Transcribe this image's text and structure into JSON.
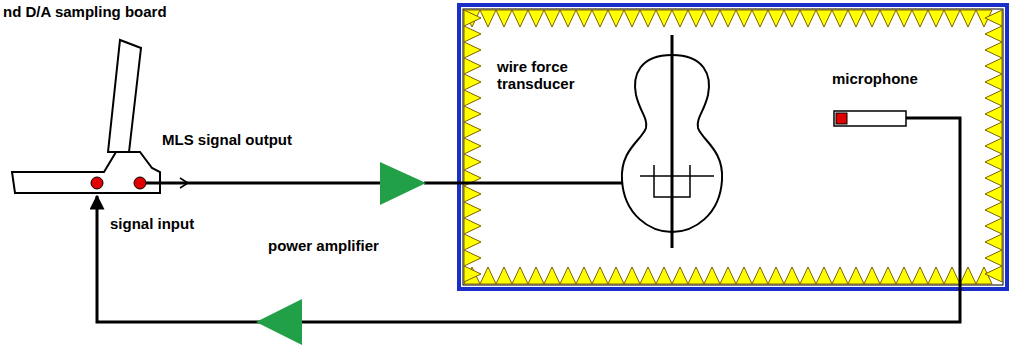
{
  "diagram": {
    "labels": [
      "nd D/A  sampling board",
      "MLS signal output",
      "signal input",
      "power amplifier",
      "wire force transducer",
      "microphone"
    ]
  }
}
